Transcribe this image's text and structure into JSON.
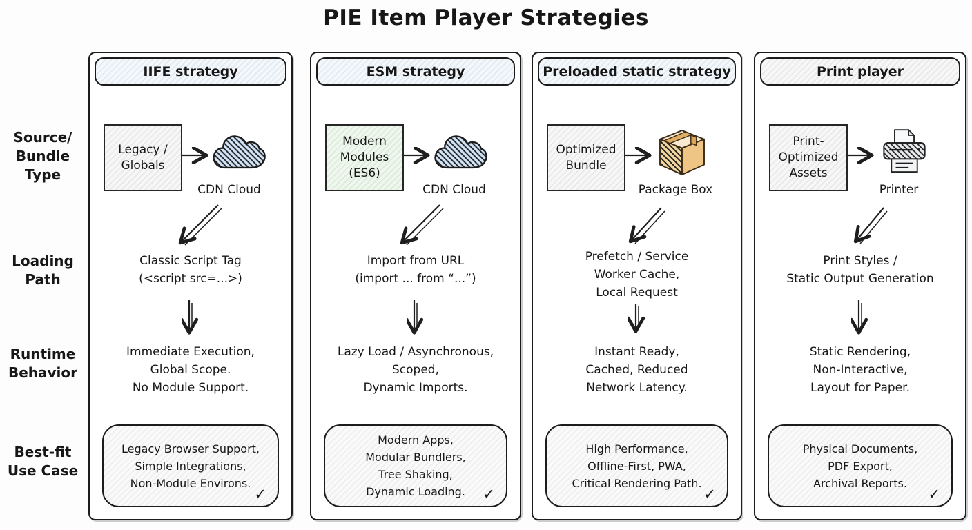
{
  "title": "PIE Item Player Strategies",
  "rows": {
    "source": "Source/\nBundle\nType",
    "loading": "Loading\nPath",
    "runtime": "Runtime\nBehavior",
    "usecase": "Best-fit\nUse Case"
  },
  "checkmark": "✓",
  "columns": [
    {
      "header": "IIFE strategy",
      "source_box": "Legacy /\nGlobals",
      "icon": "cloud-icon",
      "icon_label": "CDN Cloud",
      "loading_path": "Classic Script Tag\n(<script src=...>)",
      "runtime_behavior": "Immediate Execution,\nGlobal Scope.\nNo Module Support.",
      "use_case": "Legacy Browser Support,\nSimple Integrations,\nNon-Module Environs."
    },
    {
      "header": "ESM strategy",
      "source_box": "Modern\nModules\n(ES6)",
      "icon": "cloud-icon",
      "icon_label": "CDN Cloud",
      "loading_path": "Import from URL\n(import ... from “...”)",
      "runtime_behavior": "Lazy Load / Asynchronous,\nScoped,\nDynamic Imports.",
      "use_case": "Modern Apps,\nModular Bundlers,\nTree Shaking,\nDynamic Loading."
    },
    {
      "header": "Preloaded static strategy",
      "source_box": "Optimized\nBundle",
      "icon": "package-box-icon",
      "icon_label": "Package Box",
      "loading_path": "Prefetch / Service\nWorker Cache,\nLocal Request",
      "runtime_behavior": "Instant Ready,\nCached, Reduced\nNetwork Latency.",
      "use_case": "High Performance,\nOffline-First, PWA,\nCritical Rendering Path."
    },
    {
      "header": "Print player",
      "source_box": "Print-\nOptimized\nAssets",
      "icon": "printer-icon",
      "icon_label": "Printer",
      "loading_path": "Print Styles /\nStatic Output Generation",
      "runtime_behavior": "Static Rendering,\nNon-Interactive,\nLayout for Paper.",
      "use_case": "Physical Documents,\nPDF Export,\nArchival Reports."
    }
  ],
  "colors": {
    "ink": "#1c1c1c",
    "cloud_fill": "#d2e5f8",
    "esm_box_green": "#eff7ee",
    "package_tan": "#f4d79e",
    "header_blue_hatch": "#e2eaf4"
  }
}
